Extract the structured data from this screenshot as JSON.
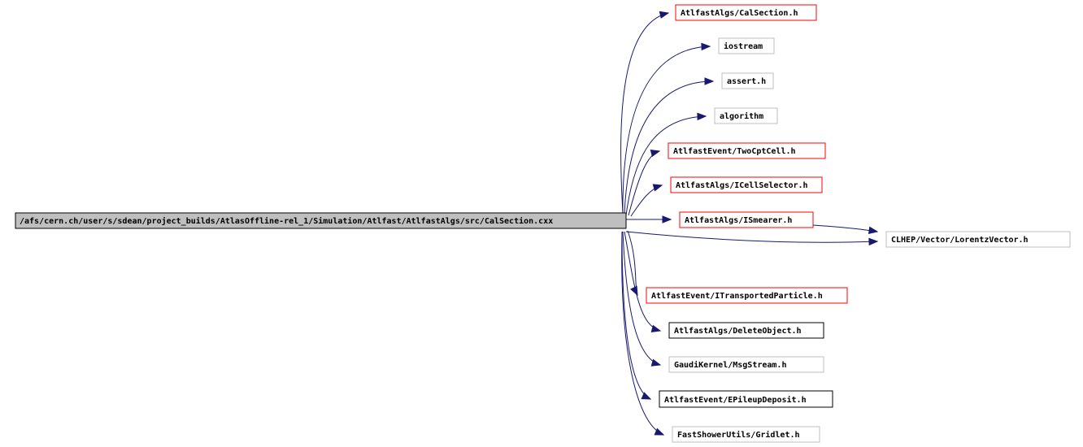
{
  "graph": {
    "colors": {
      "edge": "#191970",
      "root_fill": "#bfbfbf",
      "border_linked": "#ff0000",
      "border_documented": "#000000",
      "border_external": "#bfbfbf"
    },
    "root": {
      "id": "root",
      "label": "/afs/cern.ch/user/s/sdean/project_builds/AtlasOffline-rel_1/Simulation/Atlfast/AtlfastAlgs/src/CalSection.cxx"
    },
    "nodes": [
      {
        "id": "n1",
        "label": "AtlfastAlgs/CalSection.h",
        "kind": "linked"
      },
      {
        "id": "n2",
        "label": "iostream",
        "kind": "external"
      },
      {
        "id": "n3",
        "label": "assert.h",
        "kind": "external"
      },
      {
        "id": "n4",
        "label": "algorithm",
        "kind": "external"
      },
      {
        "id": "n5",
        "label": "AtlfastEvent/TwoCptCell.h",
        "kind": "linked"
      },
      {
        "id": "n6",
        "label": "AtlfastAlgs/ICellSelector.h",
        "kind": "linked"
      },
      {
        "id": "n7",
        "label": "AtlfastAlgs/ISmearer.h",
        "kind": "linked"
      },
      {
        "id": "n8",
        "label": "CLHEP/Vector/LorentzVector.h",
        "kind": "external"
      },
      {
        "id": "n9",
        "label": "AtlfastEvent/ITransportedParticle.h",
        "kind": "linked"
      },
      {
        "id": "n10",
        "label": "AtlfastAlgs/DeleteObject.h",
        "kind": "documented"
      },
      {
        "id": "n11",
        "label": "GaudiKernel/MsgStream.h",
        "kind": "external"
      },
      {
        "id": "n12",
        "label": "AtlfastEvent/EPileupDeposit.h",
        "kind": "documented"
      },
      {
        "id": "n13",
        "label": "FastShowerUtils/Gridlet.h",
        "kind": "external"
      }
    ],
    "edges": [
      [
        "root",
        "n1"
      ],
      [
        "root",
        "n2"
      ],
      [
        "root",
        "n3"
      ],
      [
        "root",
        "n4"
      ],
      [
        "root",
        "n5"
      ],
      [
        "root",
        "n6"
      ],
      [
        "root",
        "n7"
      ],
      [
        "root",
        "n8"
      ],
      [
        "root",
        "n9"
      ],
      [
        "root",
        "n10"
      ],
      [
        "root",
        "n11"
      ],
      [
        "root",
        "n12"
      ],
      [
        "root",
        "n13"
      ],
      [
        "n7",
        "n8"
      ]
    ]
  }
}
